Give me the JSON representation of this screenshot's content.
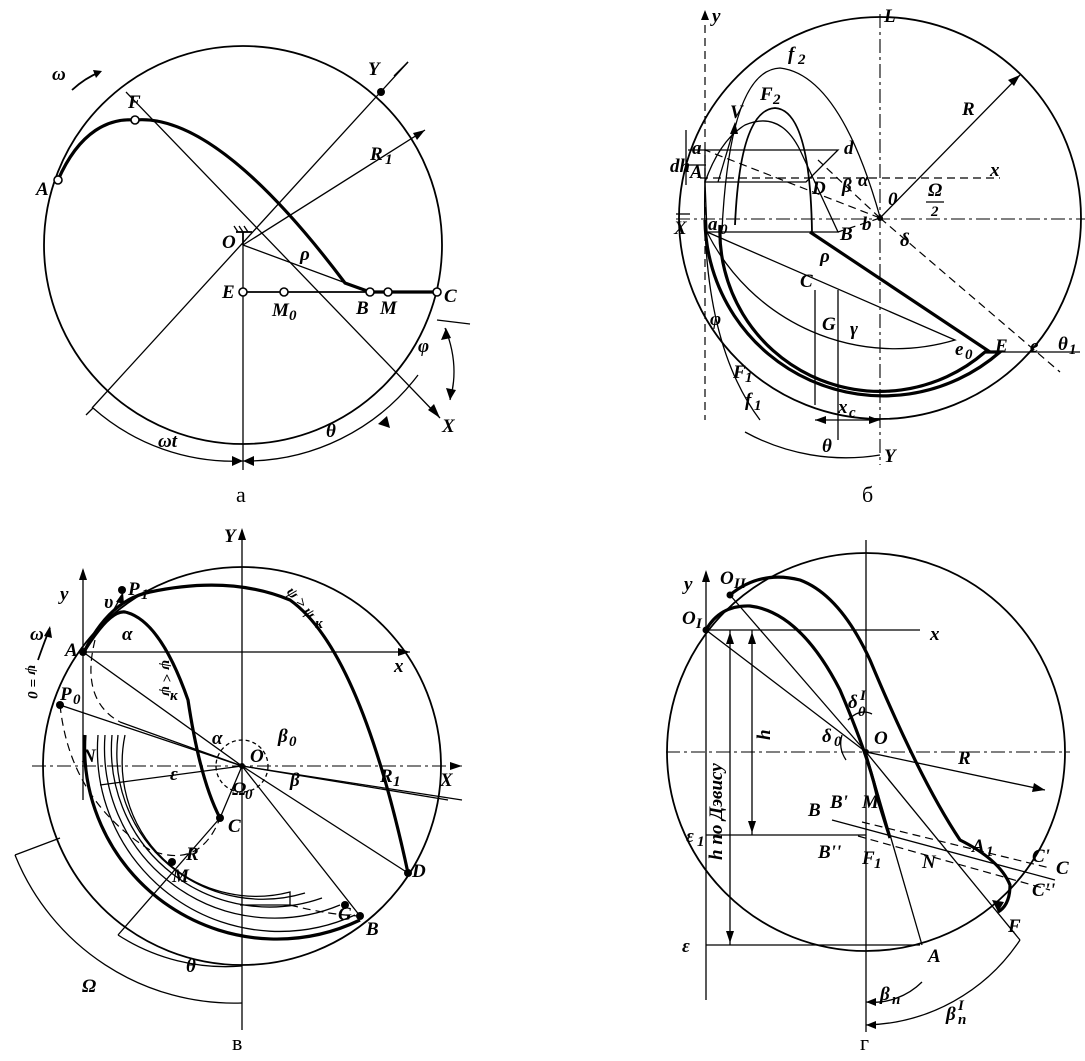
{
  "captions": {
    "a": "а",
    "b": "б",
    "v": "в",
    "g": "г"
  },
  "panel_a": {
    "omega": "ω",
    "F": "F",
    "A": "A",
    "Y": "Y",
    "R1": "R",
    "R1_sub": "1",
    "O": "O",
    "rho": "ρ",
    "E": "E",
    "M0": "M",
    "M0_sub": "0",
    "B": "B",
    "M": "M",
    "C": "C",
    "phi": "φ",
    "X": "X",
    "theta": "θ",
    "omega_t": "ωt"
  },
  "panel_b": {
    "y": "y",
    "L": "L",
    "f2": "f",
    "f2_sub": "2",
    "F2": "F",
    "F2_sub": "2",
    "V": "V",
    "a": "a",
    "d": "d",
    "dh": "dh",
    "A": "A",
    "x": "x",
    "R": "R",
    "D": "D",
    "beta": "β",
    "alpha": "α",
    "O": "0",
    "Omega_half": "Ω",
    "Omega_half_den": "2",
    "X": "X",
    "a0": "a",
    "a0_sub": "0",
    "B": "B",
    "b": "b",
    "delta": "δ",
    "rho": "ρ",
    "C": "C",
    "G": "G",
    "gamma": "γ",
    "e0": "e",
    "e0_sub": "0",
    "E": "E",
    "e": "e",
    "theta1": "θ",
    "theta1_sub": "1",
    "F1": "F",
    "F1_sub": "1",
    "f1": "f",
    "f1_sub": "1",
    "xc": "x",
    "xc_sub": "c",
    "theta": "θ",
    "Y": "Y",
    "phi_label": "φ"
  },
  "panel_v": {
    "y": "y",
    "Y": "Y",
    "v": "υ",
    "P1": "P",
    "P1_sub": "1",
    "A": "A",
    "alpha": "α",
    "psi_gt": "ψ > ψ",
    "psi_gt_sub": "к",
    "psi_lt": "ψ < ψ",
    "psi_lt_sub": "к",
    "x_small": "x",
    "omega": "ω",
    "psi0": "ψ = 0",
    "P0": "P",
    "P0_sub": "0",
    "N": "N",
    "alpha2": "α",
    "beta0": "β",
    "beta0_sub": "0",
    "O": "O",
    "epsilon": "ε",
    "beta": "β",
    "Omega0": "Ω",
    "Omega0_sub": "0",
    "R1": "R",
    "R1_sub": "1",
    "X": "X",
    "C": "C",
    "R": "R",
    "M": "M",
    "D": "D",
    "G": "G",
    "B": "B",
    "Omega": "Ω",
    "theta": "θ"
  },
  "panel_g": {
    "y": "y",
    "O2": "O",
    "O2_sub": "II",
    "O1": "O",
    "O1_sub": "I",
    "x": "x",
    "h_dev": "h по Дэвису",
    "h": "h",
    "delta0": "δ",
    "delta0_sup": "I",
    "delta0_sub": "0",
    "delta0b": "δ",
    "delta0b_sub": "0",
    "O": "O",
    "R": "R",
    "B": "B",
    "B1": "B'",
    "M": "M",
    "epsilon1": "ε",
    "epsilon1_sub": "1",
    "B2": "B''",
    "F1": "F",
    "F1_sub": "1",
    "N": "N",
    "A1": "A",
    "A1_sub": "1",
    "C1": "C'",
    "C": "C",
    "C2": "C''",
    "F": "F",
    "epsilon": "ε",
    "A": "A",
    "beta_n": "β",
    "beta_n_sub": "n",
    "beta_n1": "β",
    "beta_n1_sup": "I",
    "beta_n1_sub": "n"
  }
}
